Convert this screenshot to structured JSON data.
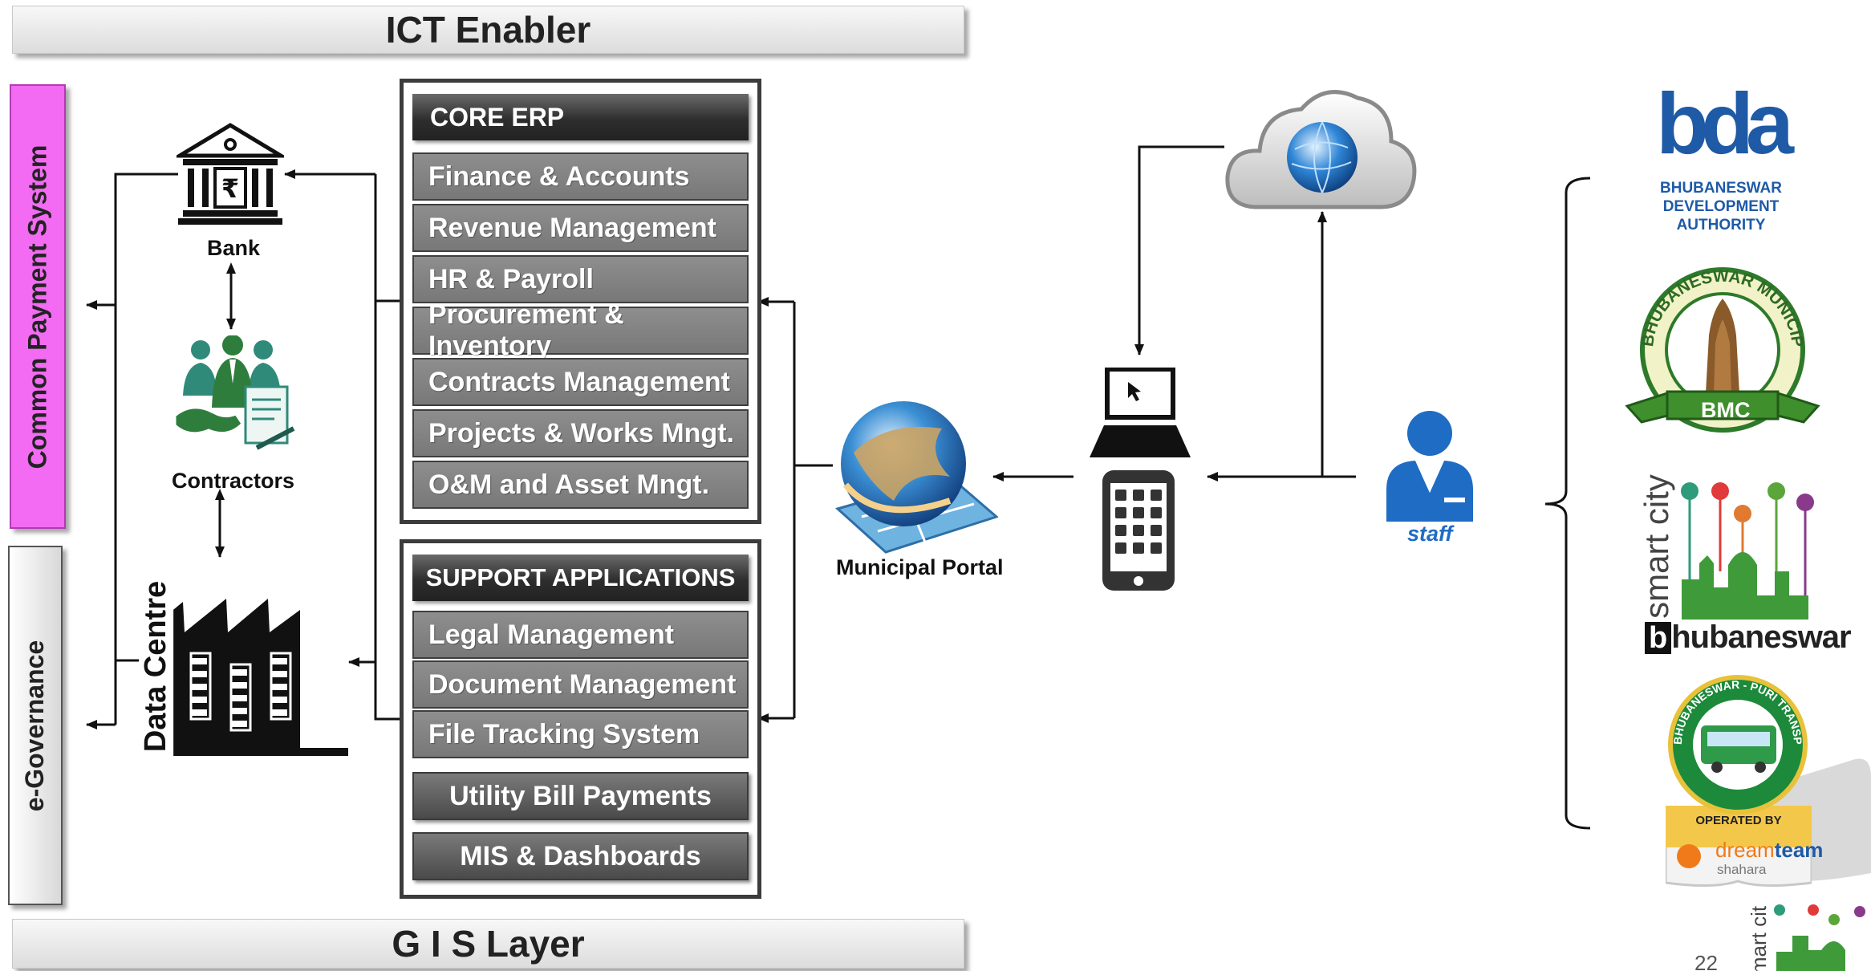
{
  "banners": {
    "top": "ICT Enabler",
    "bottom": "G I S Layer"
  },
  "side_tabs": {
    "payment": "Common Payment System",
    "egov": "e-Governance"
  },
  "entities": {
    "bank": "Bank",
    "contractors": "Contractors",
    "data_centre": "Data Centre",
    "portal": "Municipal Portal",
    "staff": "staff"
  },
  "core_erp": {
    "title": "CORE ERP",
    "modules": [
      "Finance & Accounts",
      "Revenue Management",
      "HR & Payroll",
      "Procurement & Inventory",
      "Contracts Management",
      "Projects & Works Mngt.",
      "O&M and Asset Mngt."
    ]
  },
  "support": {
    "title": "SUPPORT APPLICATIONS",
    "modules": [
      "Legal Management",
      "Document Management",
      "File Tracking System"
    ],
    "extras": [
      "Utility Bill Payments",
      "MIS & Dashboards"
    ]
  },
  "logos": {
    "bda": {
      "mark": "bda",
      "line1": "BHUBANESWAR",
      "line2": "DEVELOPMENT",
      "line3": "AUTHORITY"
    },
    "bmc": {
      "ring": "BHUBANESWAR MUNICIPAL CORPORATION",
      "ribbon": "BMC"
    },
    "smart": {
      "top": "smart city",
      "b": "b",
      "rest": "hubaneswar"
    },
    "transport": {
      "ring": "BHUBANESWAR - PURI TRANSPORT SERVICE LTD.",
      "operated": "OPERATED BY",
      "brand1": "dream",
      "brand2": "team",
      "sub": "shahara"
    },
    "corner": {
      "text": "mart cit"
    }
  },
  "page_number": "22",
  "colors": {
    "payment_tab": "#f26bf2",
    "panel_border": "#3c3c3c",
    "module_fill": "#808080",
    "staff_blue": "#1f6cc4"
  }
}
